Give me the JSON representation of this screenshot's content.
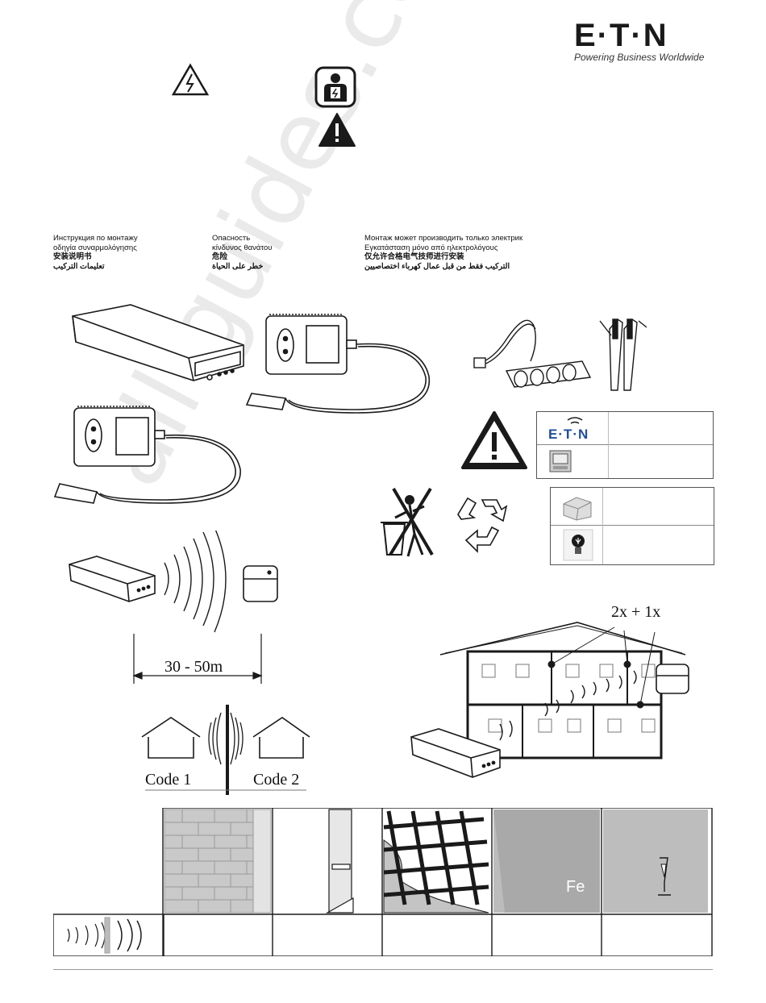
{
  "brand": {
    "name": "E·T·N",
    "tagline": "Powering Business Worldwide"
  },
  "text_columns": {
    "col1": [
      "Инструкция по монтажу",
      "οδηγία συναρμολόγησης",
      "安装说明书",
      "تعليمات التركيب"
    ],
    "col2": [
      "Опасность",
      "κίνδυνος θανάτου",
      "危险",
      "خطر على الحياة"
    ],
    "col3": [
      "Монтаж может производить только электрик",
      "Εγκατάσταση μόνο από ηλεκτρολόγους",
      "仅允许合格电气技师进行安装",
      "التركيب فقط من قبل عمال كهرباء اختصاصيين"
    ]
  },
  "legend": {
    "eaton_label": "E·T·N"
  },
  "diagrams": {
    "distance": "30 - 50m",
    "code1": "Code 1",
    "code2": "Code 2",
    "repeaters": "2x + 1x"
  },
  "materials": {
    "fe_label": "Fe"
  },
  "watermark": "all-guides.com",
  "colors": {
    "line": "#1a1a1a",
    "gray_panel": "#b5b5b5",
    "brick": "#c9c9c9",
    "brand_blue": "#1f4e9c"
  }
}
